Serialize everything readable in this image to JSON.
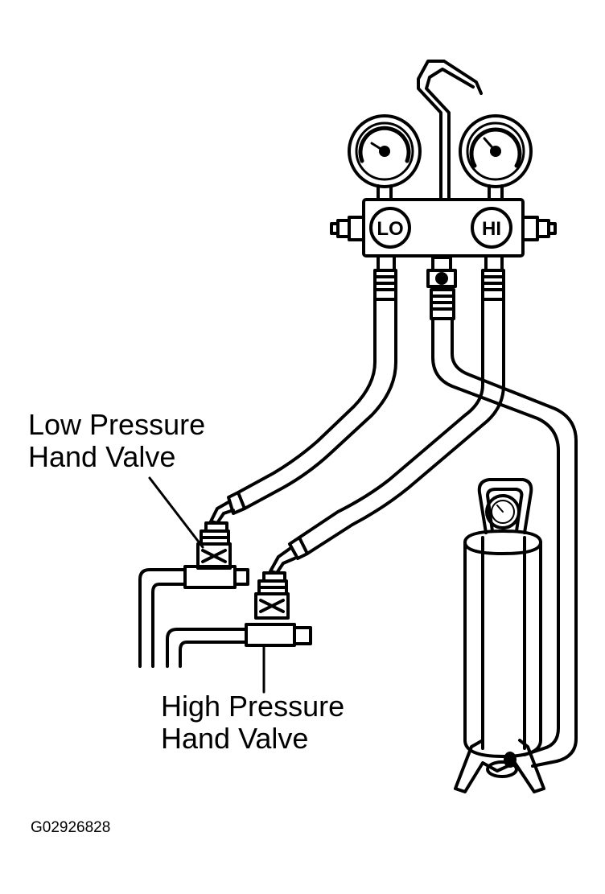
{
  "labels": {
    "low_valve": [
      "Low Pressure",
      "Hand Valve"
    ],
    "high_valve": [
      "High Pressure",
      "Hand Valve"
    ],
    "gauge_lo": "LO",
    "gauge_hi": "HI",
    "figure_code": "G02926828"
  }
}
